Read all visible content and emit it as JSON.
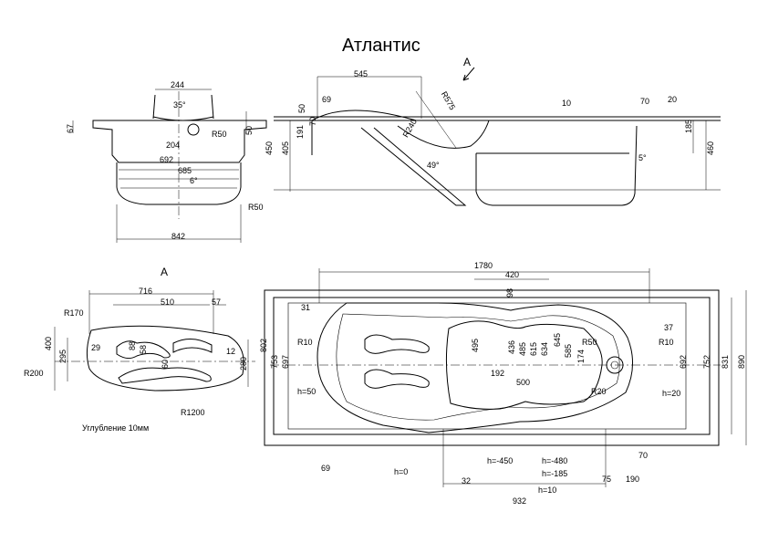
{
  "title": "Атлантис",
  "view_marker": "A",
  "note_depth": "Углубление 10мм",
  "dims": {
    "d244": "244",
    "d35": "35°",
    "d67": "67",
    "d50a": "50",
    "d204": "204",
    "dR50a": "R50",
    "d692a": "692",
    "d685": "685",
    "d6deg": "6°",
    "dR50b": "R50",
    "d842": "842",
    "d545": "545",
    "d69": "69",
    "d50b": "50",
    "d70a": "70",
    "d191": "191",
    "d405": "405",
    "d450": "450",
    "dR240": "R240",
    "dR575": "R575",
    "d49": "49°",
    "d10a": "10",
    "d70b": "70",
    "d20": "20",
    "d185": "185",
    "d460": "460",
    "d5deg": "5°",
    "d716": "716",
    "d510": "510",
    "d57": "57",
    "dR170": "R170",
    "d400": "400",
    "d295": "295",
    "d29": "29",
    "d88": "88",
    "d58": "58",
    "d60": "60",
    "d12": "12",
    "d280": "280",
    "dR200": "R200",
    "dR1200": "R1200",
    "d1780": "1780",
    "d420": "420",
    "d98": "98",
    "d31": "31",
    "dR10a": "R10",
    "d802": "802",
    "d753": "753",
    "d697": "697",
    "dh50": "h=50",
    "d495": "495",
    "d436": "436",
    "d485": "485",
    "d615": "615",
    "d634": "634",
    "d645": "645",
    "d585": "585",
    "d174": "174",
    "dR50c": "R50",
    "dR20": "R20",
    "d192": "192",
    "d500": "500",
    "d37": "37",
    "dR10b": "R10",
    "d692b": "692",
    "d752": "752",
    "d831": "831",
    "d890": "890",
    "dh20": "h=20",
    "d70c": "70",
    "d69b": "69",
    "dh0": "h=0",
    "d32": "32",
    "dh450": "h=-450",
    "dh480": "h=-480",
    "dh185": "h=-185",
    "dh10": "h=10",
    "d75": "75",
    "d190": "190",
    "d932": "932"
  }
}
